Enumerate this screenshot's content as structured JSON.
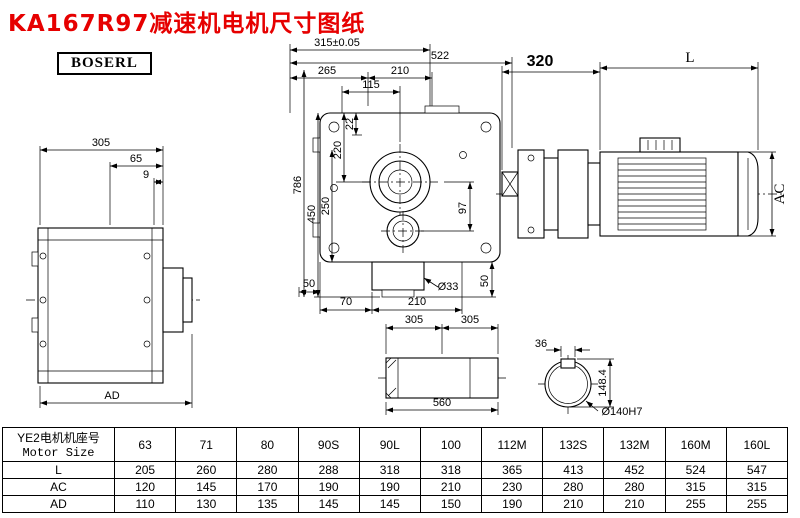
{
  "title": "KA167R97减速机电机尺寸图纸",
  "brand": "BOSERL",
  "dims": {
    "left": {
      "d305": "305",
      "d65": "65",
      "d9": "9",
      "ad": "AD"
    },
    "front": {
      "d315": "315±0.05",
      "d522": "522",
      "d265": "265",
      "d210": "210",
      "d115": "115",
      "d786": "786",
      "d450": "450",
      "d250": "250",
      "d220": "220",
      "d22": "22",
      "d97": "97",
      "d50a": "50",
      "d70": "70",
      "d210b": "210",
      "d50b": "50",
      "d33": "Ø33"
    },
    "motor": {
      "d320": "320",
      "dl": "L",
      "dac": "AC"
    },
    "shaft": {
      "d305a": "305",
      "d305b": "305",
      "d560": "560"
    },
    "section": {
      "d36": "36",
      "d1484": "148.4",
      "d140": "Ø140H7"
    }
  },
  "table": {
    "header_cn": "YE2电机机座号",
    "header_en": "Motor Size",
    "sizes": [
      "63",
      "71",
      "80",
      "90S",
      "90L",
      "100",
      "112M",
      "132S",
      "132M",
      "160M",
      "160L"
    ],
    "rows": [
      {
        "label": "L",
        "values": [
          "205",
          "260",
          "280",
          "288",
          "318",
          "318",
          "365",
          "413",
          "452",
          "524",
          "547"
        ]
      },
      {
        "label": "AC",
        "values": [
          "120",
          "145",
          "170",
          "190",
          "190",
          "210",
          "230",
          "280",
          "280",
          "315",
          "315"
        ]
      },
      {
        "label": "AD",
        "values": [
          "110",
          "130",
          "135",
          "145",
          "145",
          "150",
          "190",
          "210",
          "210",
          "255",
          "255"
        ]
      }
    ]
  }
}
